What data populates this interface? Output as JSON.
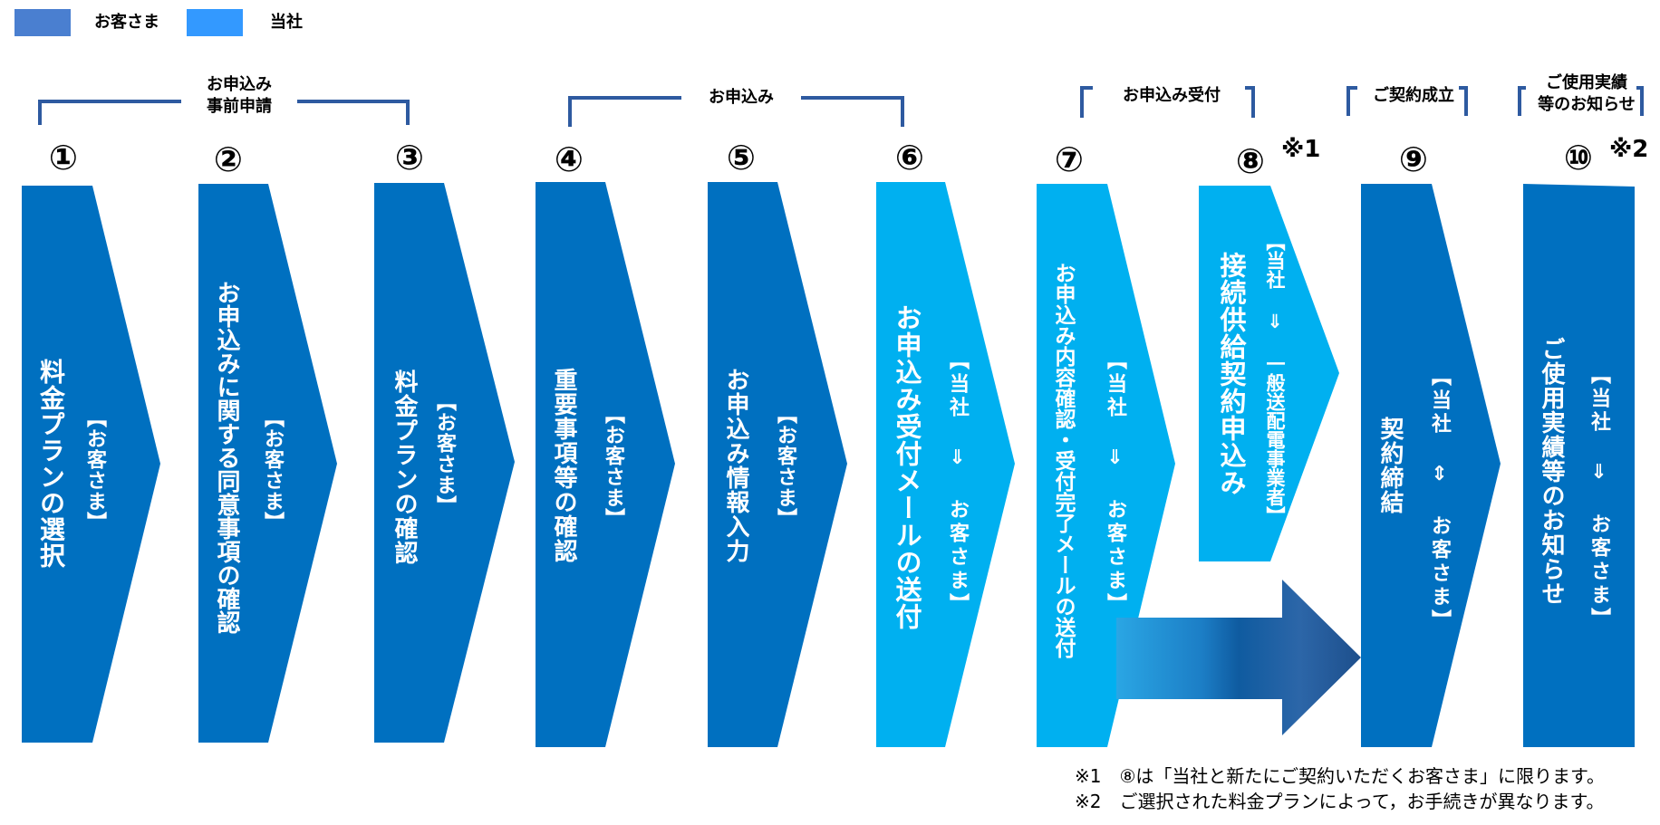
{
  "colors": {
    "customer": "#0070c0",
    "company": "#00b0f0",
    "legend_customer": "#4a7fd0",
    "legend_company": "#3399ff",
    "bracket": "#2e5aa0"
  },
  "legend": {
    "customer_label": "お客さま",
    "company_label": "当社"
  },
  "groups": {
    "g1": "お申込み\n事前申請",
    "g2": "お申込み",
    "g3": "お申込み受付",
    "g4": "ご契約成立",
    "g5": "ご使用実績\n等のお知らせ"
  },
  "steps": [
    {
      "num": "①",
      "title": "料金プランの選択",
      "actor": "【お客さま】"
    },
    {
      "num": "②",
      "title": "お申込みに関する同意事項の確認",
      "actor": "【お客さま】"
    },
    {
      "num": "③",
      "title": "料金プランの確認",
      "actor": "【お客さま】"
    },
    {
      "num": "④",
      "title": "重要事項等の確認",
      "actor": "【お客さま】"
    },
    {
      "num": "⑤",
      "title": "お申込み情報入力",
      "actor": "【お客さま】"
    },
    {
      "num": "⑥",
      "title": "お申込み受付メールの送付",
      "actor": "【当社 ⇓ お客さま】"
    },
    {
      "num": "⑦",
      "title": "お申込み内容確認・受付完了メールの送付",
      "actor": "【当社 ⇓ お客さま】"
    },
    {
      "num": "⑧",
      "title": "接続供給契約申込み",
      "actor": "【当社 ⇓ 一般送配電事業者】"
    },
    {
      "num": "⑨",
      "title": "契約締結",
      "actor": "【当社 ⇕ お客さま】"
    },
    {
      "num": "⑩",
      "title": "ご使用実績等のお知らせ",
      "actor": "【当社 ⇓ お客さま】"
    }
  ],
  "notes": {
    "mark1": "※1",
    "mark2": "※2",
    "line1": "※1　⑧は「当社と新たにご契約いただくお客さま」に限ります。",
    "line2": "※2　ご選択された料金プランによって，お手続きが異なります。"
  }
}
